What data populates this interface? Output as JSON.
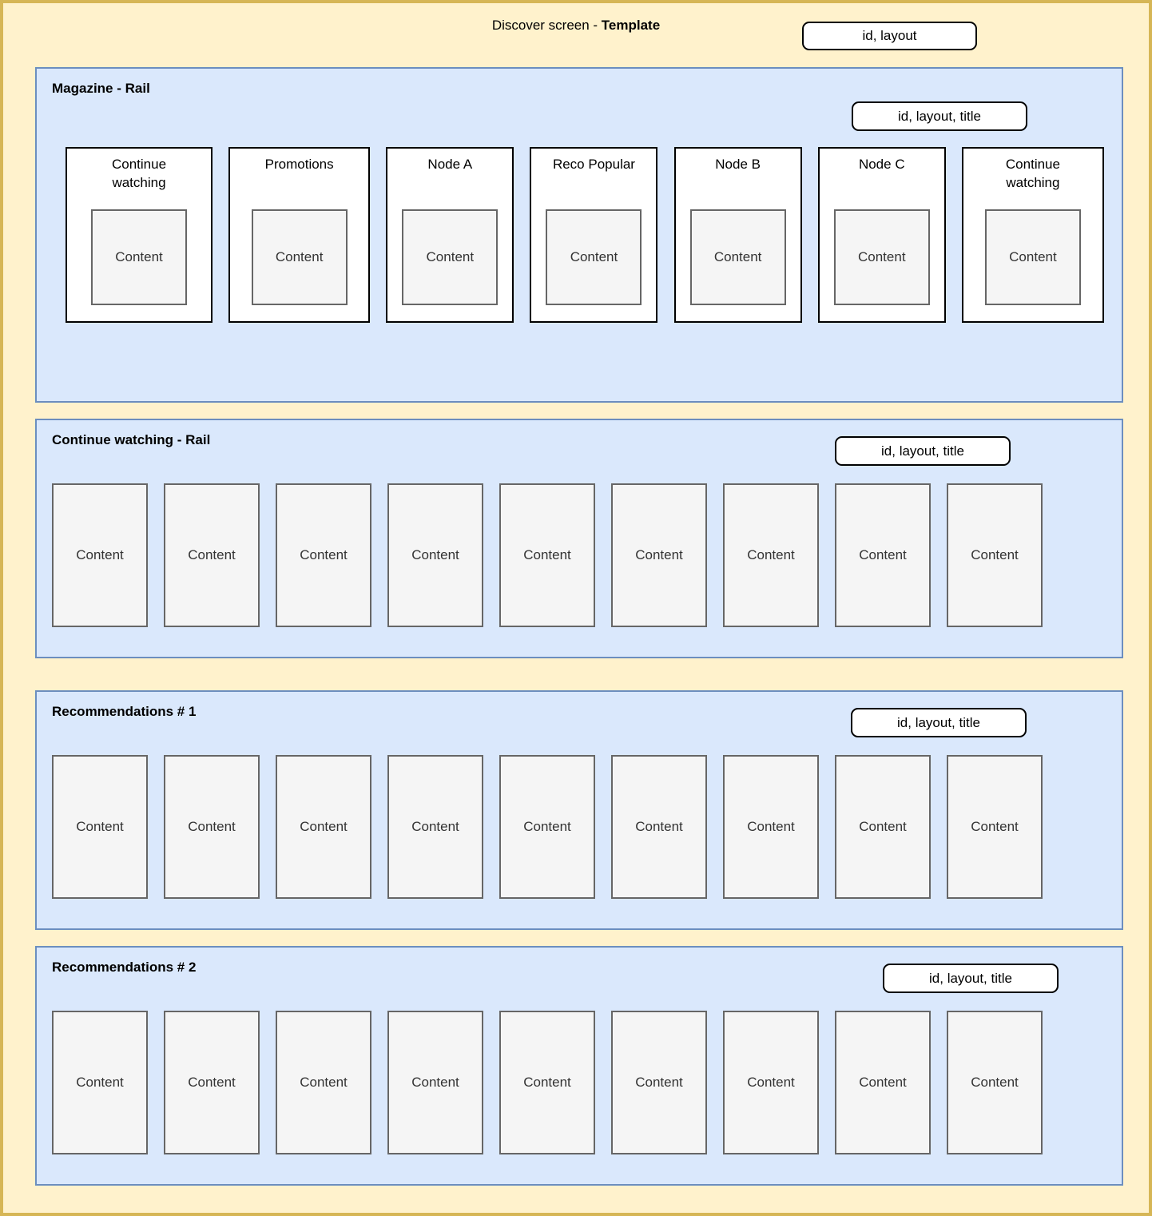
{
  "page": {
    "title_prefix": "Discover screen - ",
    "title_bold": "Template",
    "header_pill": "id, layout"
  },
  "colors": {
    "canvas_bg": "#FFF2CC",
    "canvas_border": "#D6B656",
    "rail_bg": "#DAE8FC",
    "rail_border": "#6C8EBF",
    "card_bg": "#FFFFFF",
    "card_border": "#000000",
    "content_bg": "#F5F5F5",
    "content_border": "#666666",
    "content_text": "#333333"
  },
  "rails": [
    {
      "title": "Magazine - Rail",
      "pill": "id, layout, title",
      "cards": [
        {
          "label": "Continue watching",
          "content": "Content"
        },
        {
          "label": "Promotions",
          "content": "Content"
        },
        {
          "label": "Node A",
          "content": "Content"
        },
        {
          "label": "Reco Popular",
          "content": "Content"
        },
        {
          "label": "Node B",
          "content": "Content"
        },
        {
          "label": "Node C",
          "content": "Content"
        },
        {
          "label": "Continue watching",
          "content": "Content"
        }
      ]
    },
    {
      "title": "Continue watching - Rail",
      "pill": "id, layout, title",
      "items": [
        "Content",
        "Content",
        "Content",
        "Content",
        "Content",
        "Content",
        "Content",
        "Content",
        "Content"
      ]
    },
    {
      "title": "Recommendations # 1",
      "pill": "id, layout, title",
      "items": [
        "Content",
        "Content",
        "Content",
        "Content",
        "Content",
        "Content",
        "Content",
        "Content",
        "Content"
      ]
    },
    {
      "title": "Recommendations # 2",
      "pill": "id, layout, title",
      "items": [
        "Content",
        "Content",
        "Content",
        "Content",
        "Content",
        "Content",
        "Content",
        "Content",
        "Content"
      ]
    }
  ]
}
